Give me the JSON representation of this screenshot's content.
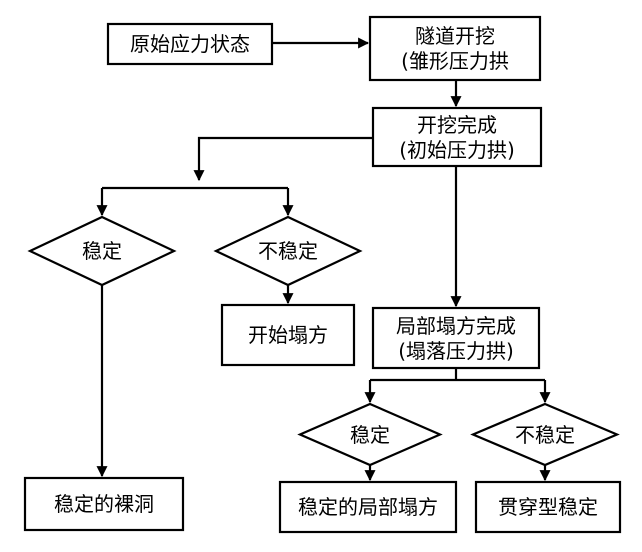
{
  "nodes": {
    "initial": "原始应力状态",
    "tunnel_excavation_line1": "隧道开挖",
    "tunnel_excavation_line2": "(雏形压力拱",
    "excavation_done_line1": "开挖完成",
    "excavation_done_line2": "(初始压力拱)",
    "stable_1": "稳定",
    "unstable_1": "不稳定",
    "collapse_start": "开始塌方",
    "partial_collapse_line1": "局部塌方完成",
    "partial_collapse_line2": "(塌落压力拱)",
    "stable_2": "稳定",
    "unstable_2": "不稳定",
    "stable_bare_tunnel": "稳定的裸洞",
    "stable_partial_collapse": "稳定的局部塌方",
    "through_stable": "贯穿型稳定"
  },
  "colors": {
    "stroke": "#000000",
    "fill": "#ffffff",
    "text": "#000000"
  }
}
